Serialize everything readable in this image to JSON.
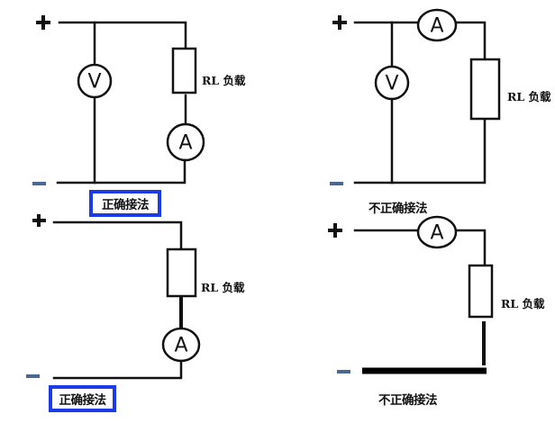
{
  "diagrams": [
    {
      "id": "top-left",
      "plus_symbol": "+",
      "minus_symbol": "−",
      "meters": [
        {
          "type": "voltmeter",
          "glyph": "V"
        },
        {
          "type": "ammeter",
          "glyph": "A"
        }
      ],
      "load_label": "RL 负载",
      "caption": "正确接法",
      "caption_highlighted": true,
      "correct": true
    },
    {
      "id": "top-right",
      "plus_symbol": "+",
      "minus_symbol": "−",
      "meters": [
        {
          "type": "ammeter",
          "glyph": "A"
        },
        {
          "type": "voltmeter",
          "glyph": "V"
        }
      ],
      "load_label": "RL 负载",
      "caption": "不正确接法",
      "caption_highlighted": false,
      "correct": false
    },
    {
      "id": "bottom-left",
      "plus_symbol": "+",
      "minus_symbol": "−",
      "meters": [
        {
          "type": "ammeter",
          "glyph": "A"
        }
      ],
      "load_label": "RL 负载",
      "caption": "正确接法",
      "caption_highlighted": true,
      "correct": true
    },
    {
      "id": "bottom-right",
      "plus_symbol": "+",
      "minus_symbol": "−",
      "meters": [
        {
          "type": "ammeter",
          "glyph": "A"
        }
      ],
      "load_label": "RL 负载",
      "caption": "不正确接法",
      "caption_highlighted": false,
      "correct": false
    }
  ],
  "colors": {
    "highlight_border": "#1b3be6",
    "minus_terminal": "#4a6894",
    "wire": "#111111"
  }
}
